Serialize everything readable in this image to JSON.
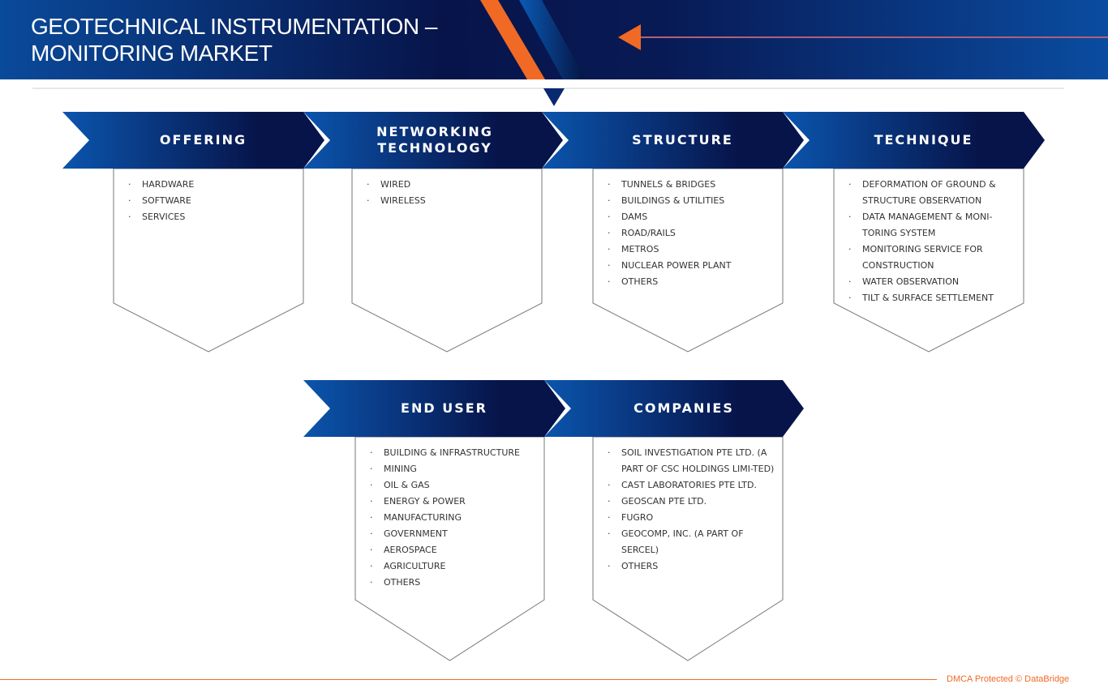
{
  "title": "GEOTECHNICAL INSTRUMENTATION –\nMONITORING MARKET",
  "title_line1": "GEOTECHNICAL INSTRUMENTATION –",
  "title_line2": "MONITORING MARKET",
  "colors": {
    "navy": "#07144a",
    "blue": "#0a4fa3",
    "orange": "#f06a25"
  },
  "segments": [
    {
      "label": "OFFERING",
      "items": [
        "HARDWARE",
        "SOFTWARE",
        "SERVICES"
      ]
    },
    {
      "label": "NETWORKING TECHNOLOGY",
      "items": [
        "WIRED",
        "WIRELESS"
      ]
    },
    {
      "label": "STRUCTURE",
      "items": [
        "TUNNELS &  BRIDGES",
        "BUILDINGS & UTILITIES",
        "DAMS",
        "ROAD/RAILS",
        "METROS",
        "NUCLEAR POWER PLANT",
        "OTHERS"
      ]
    },
    {
      "label": "TECHNIQUE",
      "items": [
        "DEFORMATION OF GROUND & STRUCTURE OBSERVATION",
        "DATA MANAGEMENT & MONI-TORING SYSTEM",
        "MONITORING SERVICE FOR CONSTRUCTION",
        "WATER OBSERVATION",
        "TILT & SURFACE SETTLEMENT"
      ]
    },
    {
      "label": "END USER",
      "items": [
        "BUILDING & INFRASTRUCTURE",
        "MINING",
        "OIL & GAS",
        "ENERGY & POWER",
        "MANUFACTURING",
        "GOVERNMENT",
        "AEROSPACE",
        "AGRICULTURE",
        "OTHERS"
      ]
    },
    {
      "label": "COMPANIES",
      "items": [
        "SOIL INVESTIGATION PTE LTD. (A PART OF CSC HOLDINGS LIMI-TED)",
        "CAST LABORATORIES PTE LTD.",
        "GEOSCAN PTE LTD.",
        "FUGRO",
        "GEOCOMP, INC. (A PART OF SERCEL)",
        "OTHERS"
      ]
    }
  ],
  "footer": "DMCA Protected © DataBridge"
}
